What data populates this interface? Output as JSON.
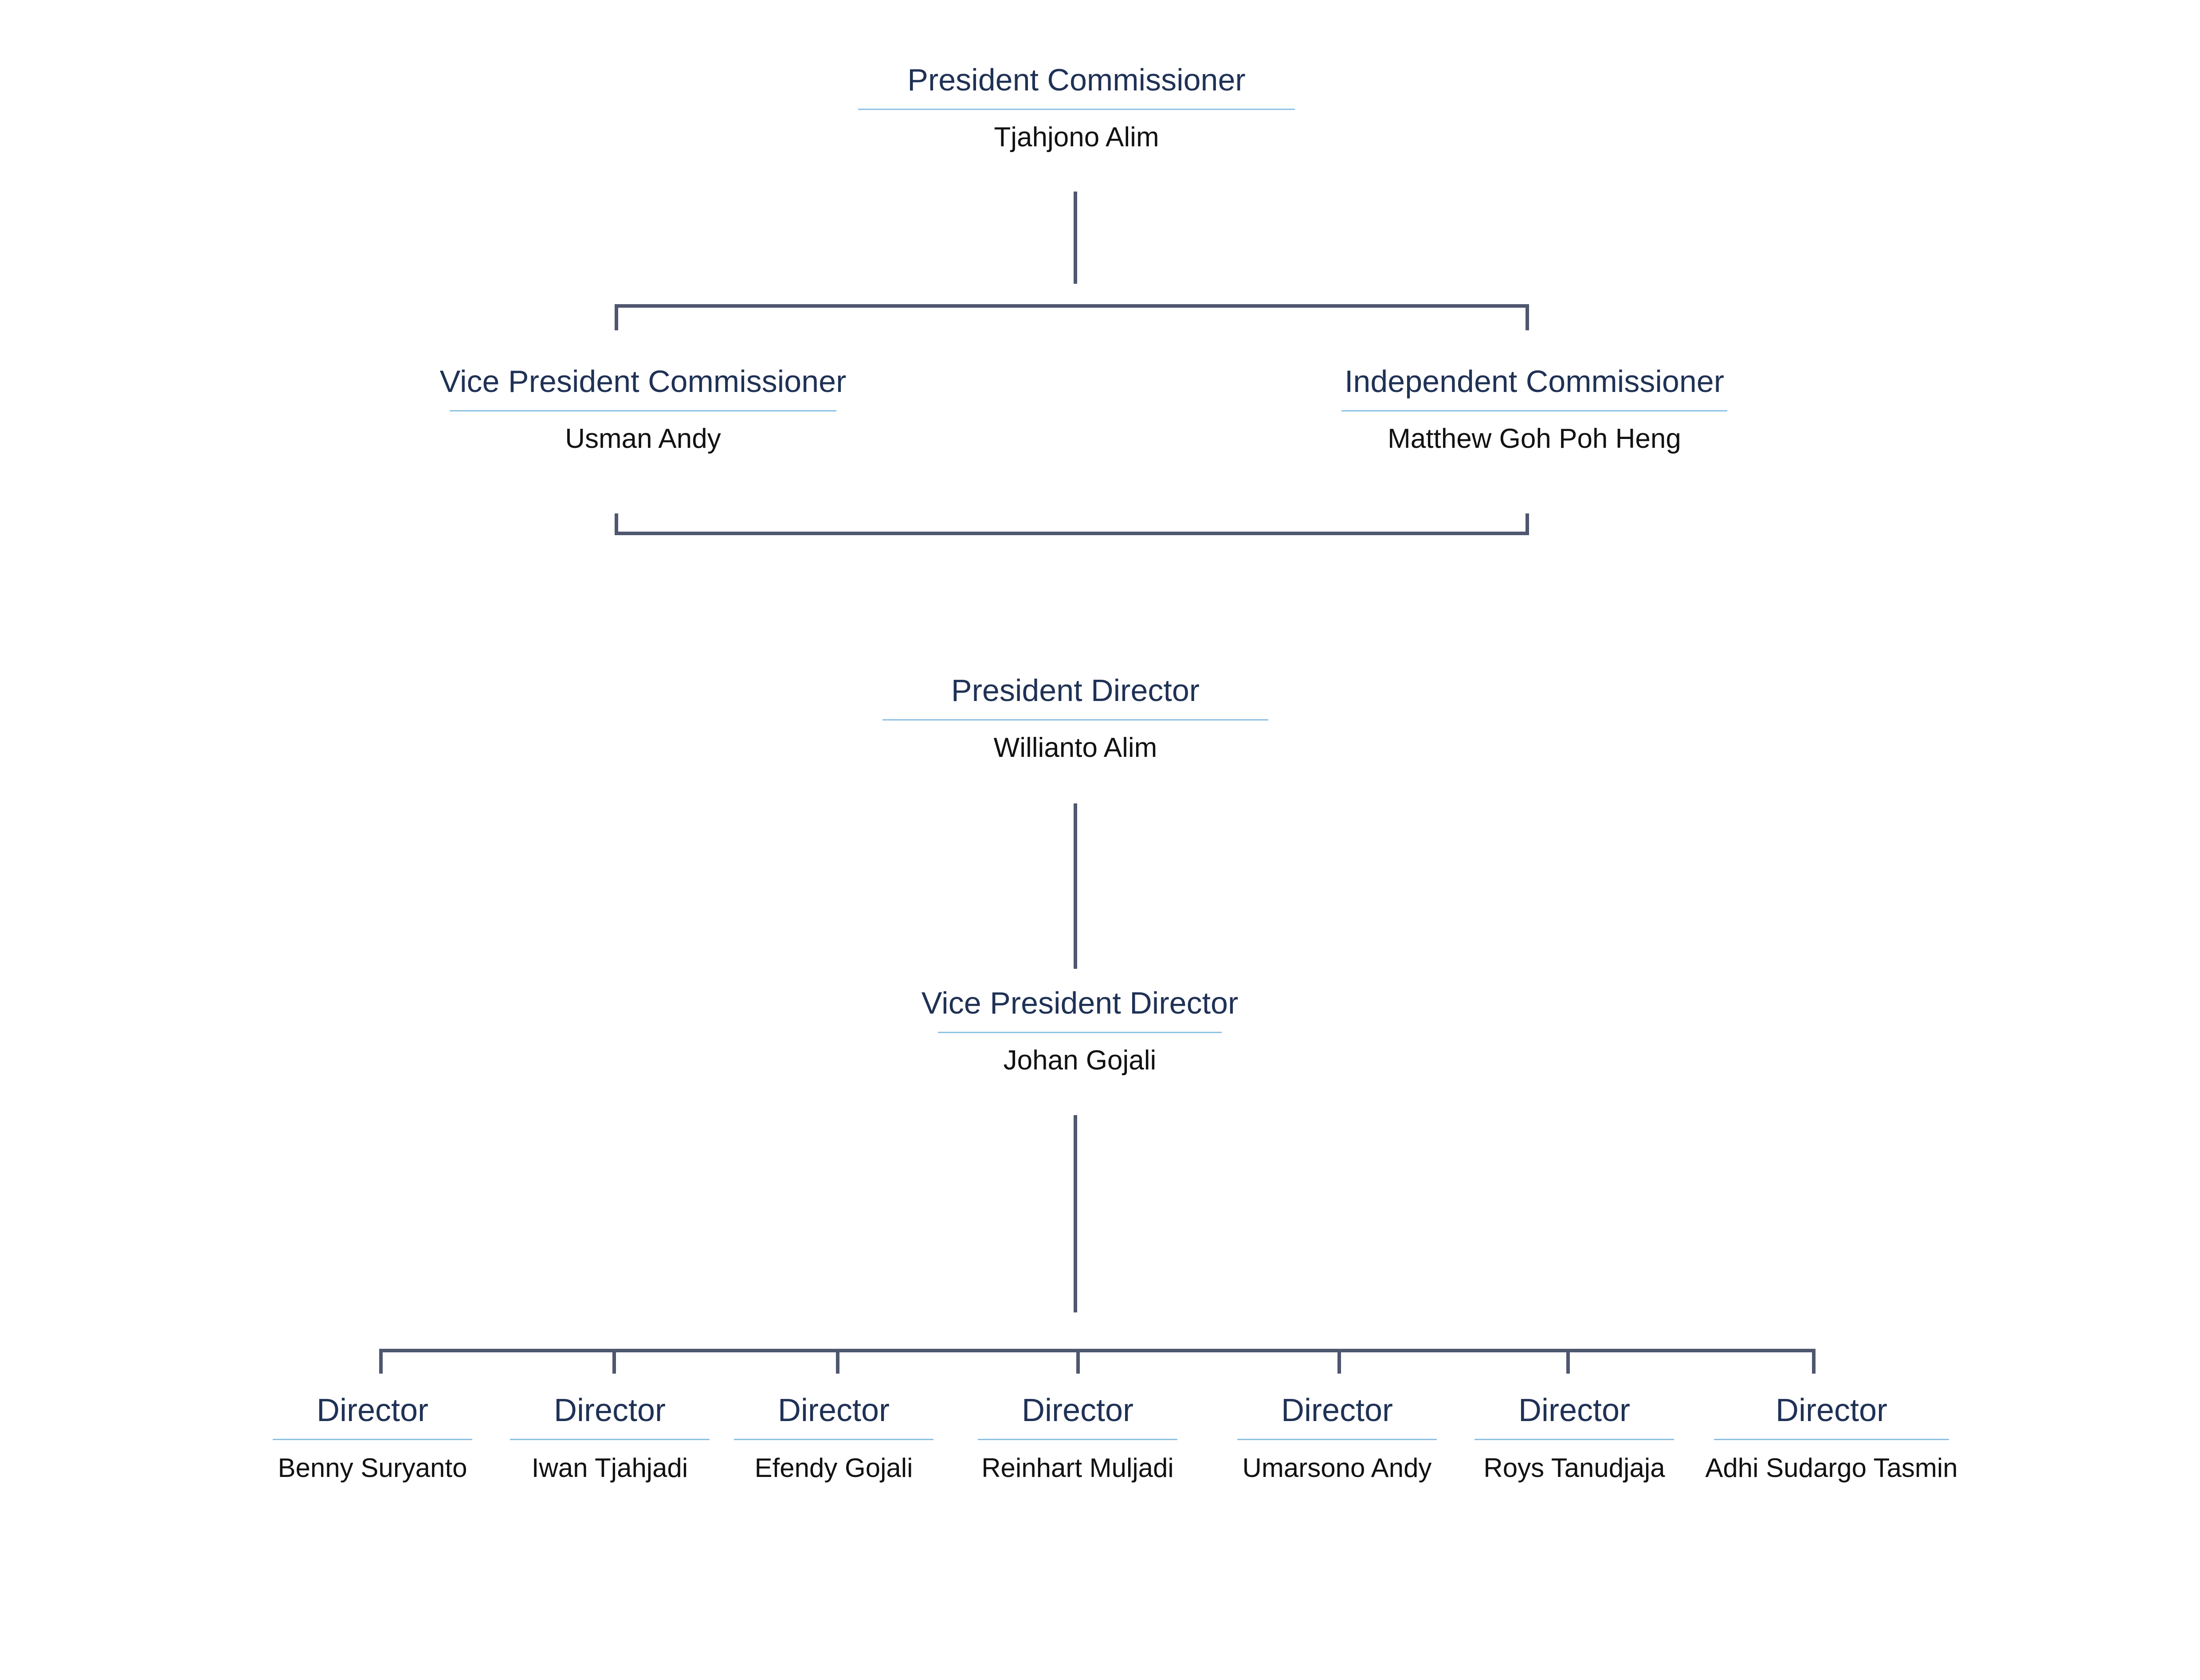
{
  "commissioners": {
    "president": {
      "title": "President Commissioner",
      "name": "Tjahjono Alim"
    },
    "vice_president": {
      "title": "Vice President Commissioner",
      "name": "Usman Andy"
    },
    "independent": {
      "title": "Independent Commissioner",
      "name": "Matthew Goh Poh Heng"
    }
  },
  "directors": {
    "president": {
      "title": "President Director",
      "name": "Willianto Alim"
    },
    "vice_president": {
      "title": "Vice President Director",
      "name": "Johan Gojali"
    },
    "members": [
      {
        "title": "Director",
        "name": "Benny Suryanto"
      },
      {
        "title": "Director",
        "name": "Iwan Tjahjadi"
      },
      {
        "title": "Director",
        "name": "Efendy Gojali"
      },
      {
        "title": "Director",
        "name": "Reinhart Muljadi"
      },
      {
        "title": "Director",
        "name": "Umarsono Andy"
      },
      {
        "title": "Director",
        "name": "Roys Tanudjaja"
      },
      {
        "title": "Director",
        "name": "Adhi Sudargo Tasmin"
      }
    ]
  },
  "colors": {
    "connector": "#4f566f",
    "role_text": "#1f3155",
    "name_text": "#111111",
    "underline": "#8cc1e3"
  }
}
